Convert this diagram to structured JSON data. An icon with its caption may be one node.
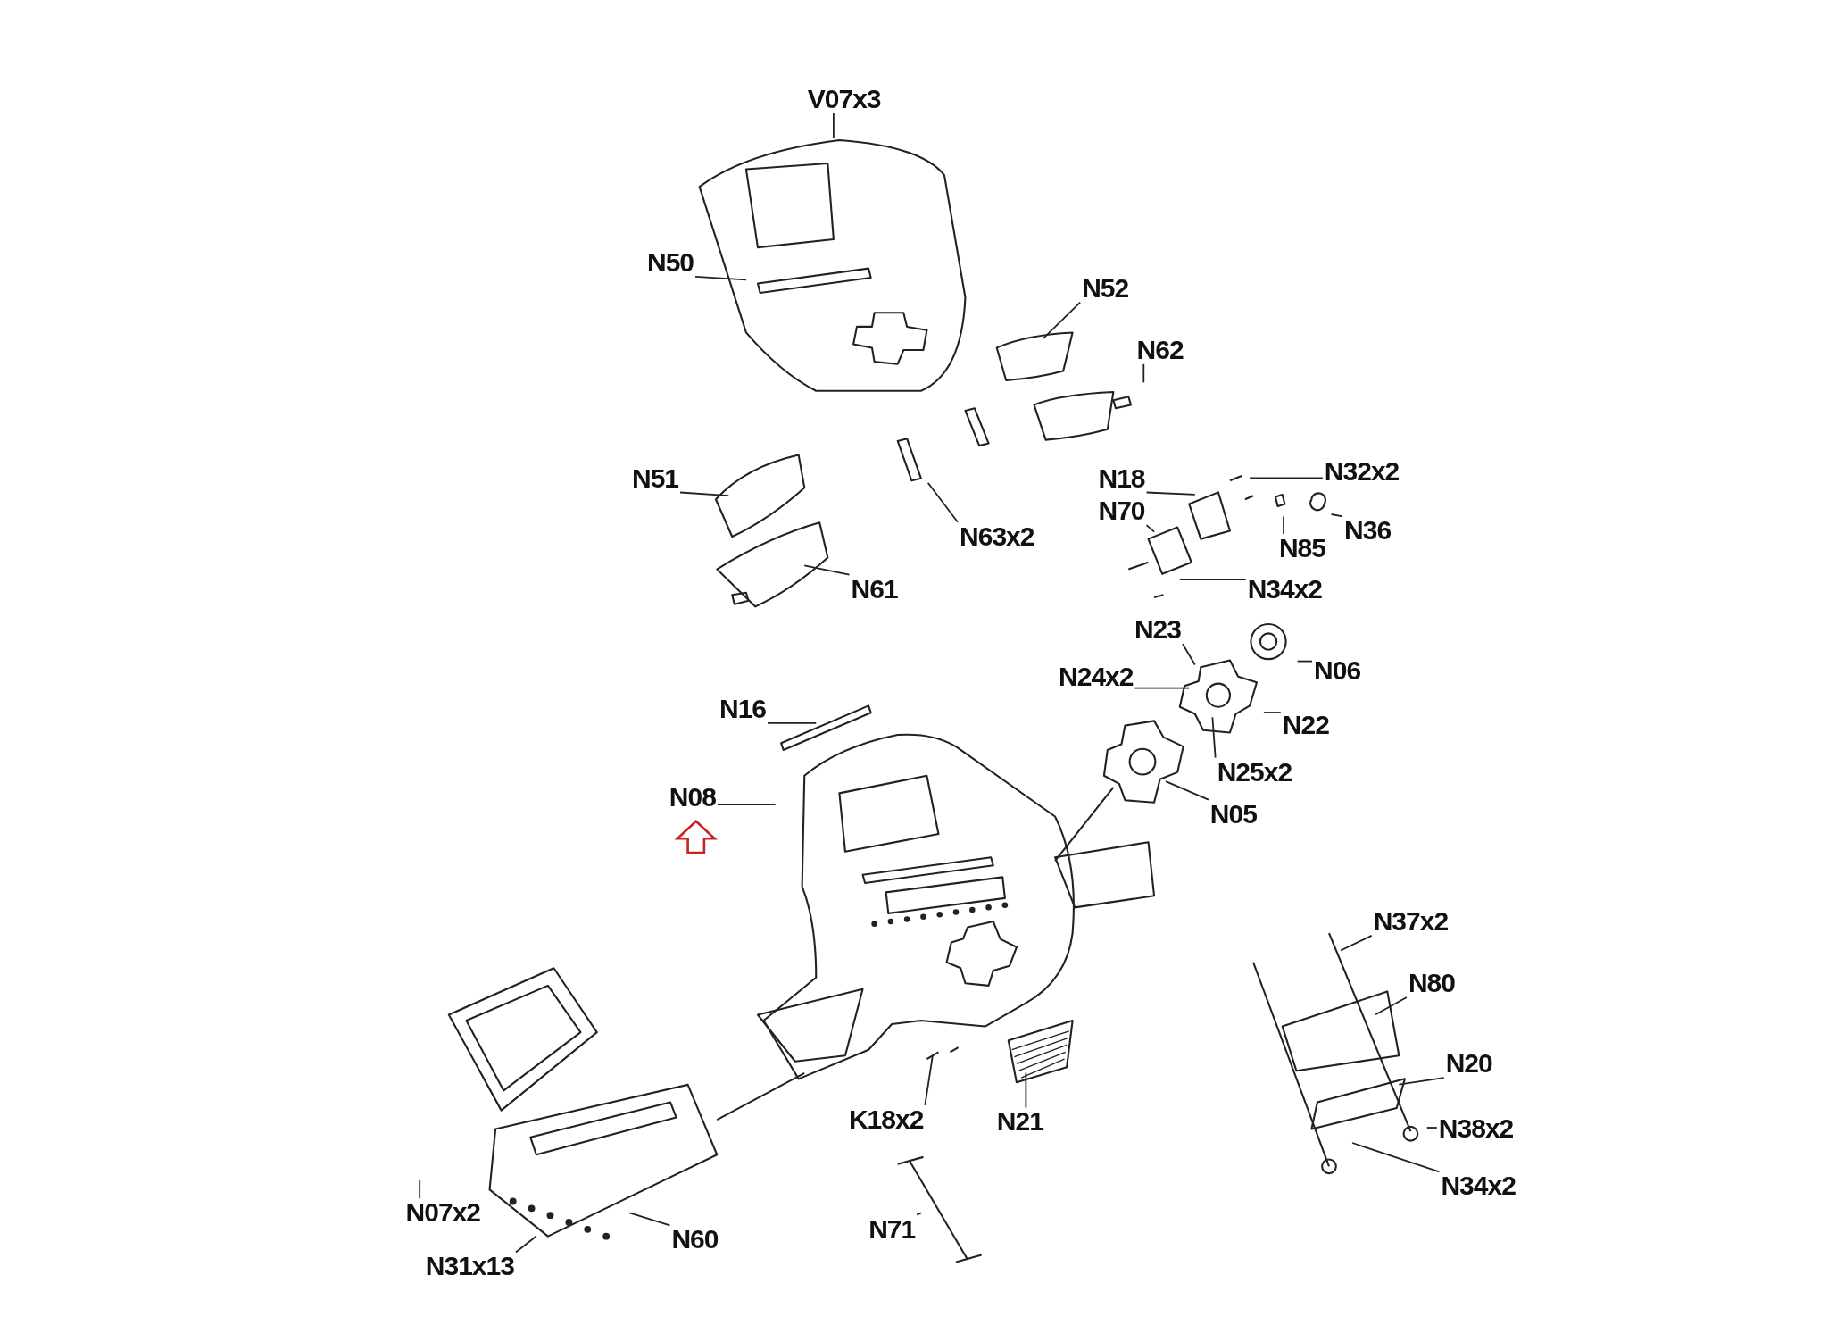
{
  "diagram": {
    "nodes": [
      {
        "text": [
          "V07x3"
        ]
      },
      {
        "text": [
          "N50"
        ]
      },
      {
        "text": [
          "N52"
        ]
      },
      {
        "text": [
          "N62"
        ]
      },
      {
        "text": [
          "N51"
        ]
      },
      {
        "text": [
          "N63x2"
        ]
      },
      {
        "text": [
          "N61"
        ]
      },
      {
        "text": [
          "N18"
        ]
      },
      {
        "text": [
          "N32x2"
        ]
      },
      {
        "text": [
          "N70"
        ]
      },
      {
        "text": [
          "N85"
        ]
      },
      {
        "text": [
          "N36"
        ]
      },
      {
        "text": [
          "N34x2"
        ]
      },
      {
        "text": [
          "N23"
        ]
      },
      {
        "text": [
          "N06"
        ]
      },
      {
        "text": [
          "N24x2"
        ]
      },
      {
        "text": [
          "N22"
        ]
      },
      {
        "text": [
          "N16"
        ]
      },
      {
        "text": [
          "N25x2"
        ]
      },
      {
        "text": [
          "N08"
        ]
      },
      {
        "text": [
          "N05"
        ]
      },
      {
        "text": [
          "N37x2"
        ]
      },
      {
        "text": [
          "N80"
        ]
      },
      {
        "text": [
          "N20"
        ]
      },
      {
        "text": [
          "K18x2"
        ]
      },
      {
        "text": [
          "N21"
        ]
      },
      {
        "text": [
          "N38x2"
        ]
      },
      {
        "text": [
          "N34x2"
        ]
      },
      {
        "text": [
          "N07x2"
        ]
      },
      {
        "text": [
          "N60"
        ]
      },
      {
        "text": [
          "N71"
        ]
      },
      {
        "text": [
          "N31x13"
        ]
      }
    ],
    "edges": [
      {
        "from": 0,
        "to": null,
        "arrow": "none"
      },
      {
        "from": 1,
        "to": null,
        "arrow": "none"
      },
      {
        "from": 2,
        "to": null,
        "arrow": "none"
      },
      {
        "from": 3,
        "to": null,
        "arrow": "none"
      },
      {
        "from": 4,
        "to": null,
        "arrow": "none"
      },
      {
        "from": 5,
        "to": null,
        "arrow": "none"
      },
      {
        "from": 6,
        "to": null,
        "arrow": "none"
      },
      {
        "from": 7,
        "to": null,
        "arrow": "none"
      },
      {
        "from": 8,
        "to": null,
        "arrow": "none"
      },
      {
        "from": 9,
        "to": null,
        "arrow": "none"
      },
      {
        "from": 10,
        "to": null,
        "arrow": "none"
      },
      {
        "from": 11,
        "to": null,
        "arrow": "none"
      },
      {
        "from": 12,
        "to": null,
        "arrow": "none"
      },
      {
        "from": 13,
        "to": null,
        "arrow": "none"
      },
      {
        "from": 14,
        "to": null,
        "arrow": "none"
      },
      {
        "from": 15,
        "to": null,
        "arrow": "none"
      },
      {
        "from": 16,
        "to": null,
        "arrow": "none"
      },
      {
        "from": 17,
        "to": null,
        "arrow": "none"
      },
      {
        "from": 18,
        "to": null,
        "arrow": "none"
      },
      {
        "from": 19,
        "to": null,
        "arrow": "none"
      },
      {
        "from": 20,
        "to": null,
        "arrow": "none"
      },
      {
        "from": 21,
        "to": null,
        "arrow": "none"
      },
      {
        "from": 22,
        "to": null,
        "arrow": "none"
      },
      {
        "from": 23,
        "to": null,
        "arrow": "none"
      },
      {
        "from": 24,
        "to": null,
        "arrow": "none"
      },
      {
        "from": 25,
        "to": null,
        "arrow": "none"
      },
      {
        "from": 26,
        "to": null,
        "arrow": "none"
      },
      {
        "from": 27,
        "to": null,
        "arrow": "none"
      },
      {
        "from": 28,
        "to": null,
        "arrow": "none"
      },
      {
        "from": 29,
        "to": null,
        "arrow": "none"
      },
      {
        "from": 30,
        "to": null,
        "arrow": "none"
      },
      {
        "from": 31,
        "to": null,
        "arrow": "none"
      }
    ]
  }
}
